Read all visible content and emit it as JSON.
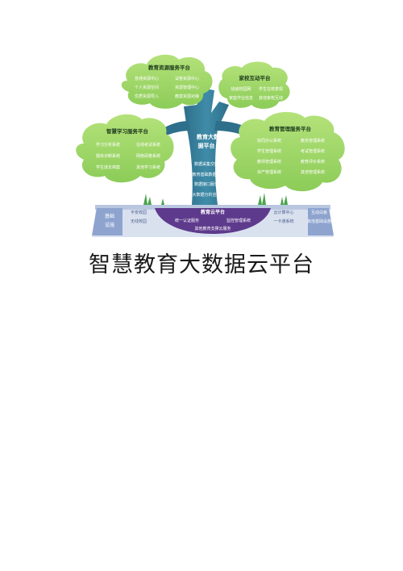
{
  "resource_platform": {
    "title": "教育资源服务平台",
    "items": [
      "普通资源中心",
      "试卷资源中心",
      "个人资源空间",
      "资源管理中心",
      "优质资源导入",
      "教案资源对接"
    ]
  },
  "home_school_platform": {
    "title": "家校互动平台",
    "items": [
      "班级校园网",
      "学生在校表现",
      "家庭作业信息",
      "其他家校互动"
    ]
  },
  "learning_platform": {
    "title": "智慧学习服务平台",
    "items": [
      "学习分析系统",
      "在线考试系统",
      "题库诊断系统",
      "网络阅卷系统",
      "学生成长档案",
      "其他学习系统"
    ]
  },
  "management_platform": {
    "title": "教育管理服务平台",
    "items": [
      "协同办公系统",
      "教务管理系统",
      "学生管理系统",
      "考试管理系统",
      "教师管理系统",
      "教育评价系统",
      "资产管理系统",
      "其他管理系统"
    ]
  },
  "trunk": {
    "title_line1": "教育大数",
    "title_line2": "据平台",
    "items": [
      "数据采集交换",
      "教育基础数据库",
      "数据接口服务",
      "大数据分析应用"
    ]
  },
  "cloud_platform": {
    "title": "教育云平台",
    "items": [
      "统一认证服务",
      "监控管理系统",
      "其他教育支撑云服务"
    ]
  },
  "base": {
    "label_line1": "基础",
    "label_line2": "设施",
    "left_items": [
      "平安校园",
      "无线校园"
    ],
    "right_items": [
      "云计算中心",
      "互动白板",
      "一卡通系统",
      "其他基础设施"
    ]
  },
  "caption": "智慧教育大数据云平台",
  "colors": {
    "leaf": "#a2d867",
    "leaf_dark": "#7fbf4d",
    "trunk": "#2e6f8b",
    "trunk_light": "#3f8ca8",
    "cloud_band": "#5e3a8c",
    "ground": "#cdd6e8",
    "base_tab": "#8ea4cf"
  }
}
